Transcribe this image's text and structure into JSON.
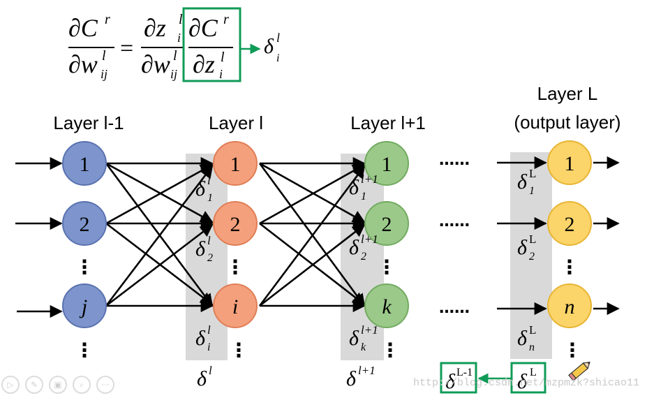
{
  "formula": {
    "lhs_num": "∂C",
    "lhs_num_sup": "r",
    "lhs_den": "∂w",
    "lhs_den_sup": "l",
    "lhs_den_sub": "ij",
    "equals": "=",
    "f1_num": "∂z",
    "f1_num_sup": "l",
    "f1_num_sub": "i",
    "f1_den": "∂w",
    "f1_den_sup": "l",
    "f1_den_sub": "ij",
    "f2_num": "∂C",
    "f2_num_sup": "r",
    "f2_den": "∂z",
    "f2_den_sup": "l",
    "f2_den_sub": "i",
    "result": "δ",
    "result_sup": "l",
    "result_sub": "i"
  },
  "layers": {
    "prev": {
      "title": "Layer l-1",
      "nodes": [
        "1",
        "2",
        "j"
      ]
    },
    "cur": {
      "title": "Layer l",
      "nodes": [
        "1",
        "2",
        "i"
      ]
    },
    "next": {
      "title": "Layer l+1",
      "nodes": [
        "1",
        "2",
        "k"
      ]
    },
    "out": {
      "title_line1": "Layer L",
      "title_line2": "(output layer)",
      "nodes": [
        "1",
        "2",
        "n"
      ]
    }
  },
  "deltas": {
    "cur": [
      {
        "base": "δ",
        "sup": "l",
        "sub": "1"
      },
      {
        "base": "δ",
        "sup": "l",
        "sub": "2"
      },
      {
        "base": "δ",
        "sup": "l",
        "sub": "i"
      }
    ],
    "cur_vector": {
      "base": "δ",
      "sup": "l"
    },
    "next": [
      {
        "base": "δ",
        "sup": "l+1",
        "sub": "1"
      },
      {
        "base": "δ",
        "sup": "l+1",
        "sub": "2"
      },
      {
        "base": "δ",
        "sup": "l+1",
        "sub": "k"
      }
    ],
    "next_vector": {
      "base": "δ",
      "sup": "l+1"
    },
    "out": [
      {
        "base": "δ",
        "sup": "L",
        "sub": "1"
      },
      {
        "base": "δ",
        "sup": "L",
        "sub": "2"
      },
      {
        "base": "δ",
        "sup": "L",
        "sub": "n"
      }
    ]
  },
  "backprop": {
    "from": {
      "base": "δ",
      "sup": "L"
    },
    "to": {
      "base": "δ",
      "sup": "L-1"
    }
  },
  "dots": {
    "vertical": "⋮",
    "horizontal": "……"
  },
  "watermark": "http://blog.csdn.net/mzpmzk?shicao11",
  "toolbar": [
    "▷",
    "✎",
    "▣",
    "⌕",
    "···"
  ],
  "colors": {
    "blue_fill": "#7d95cc",
    "blue_stroke": "#5a72b0",
    "orange_fill": "#f4a07c",
    "orange_stroke": "#e07e56",
    "green_fill": "#9bc98a",
    "green_stroke": "#72ab60",
    "yellow_fill": "#fbd46a",
    "yellow_stroke": "#e8b534",
    "gray_band": "#d9d9d9",
    "box_green": "#0f9b57"
  }
}
